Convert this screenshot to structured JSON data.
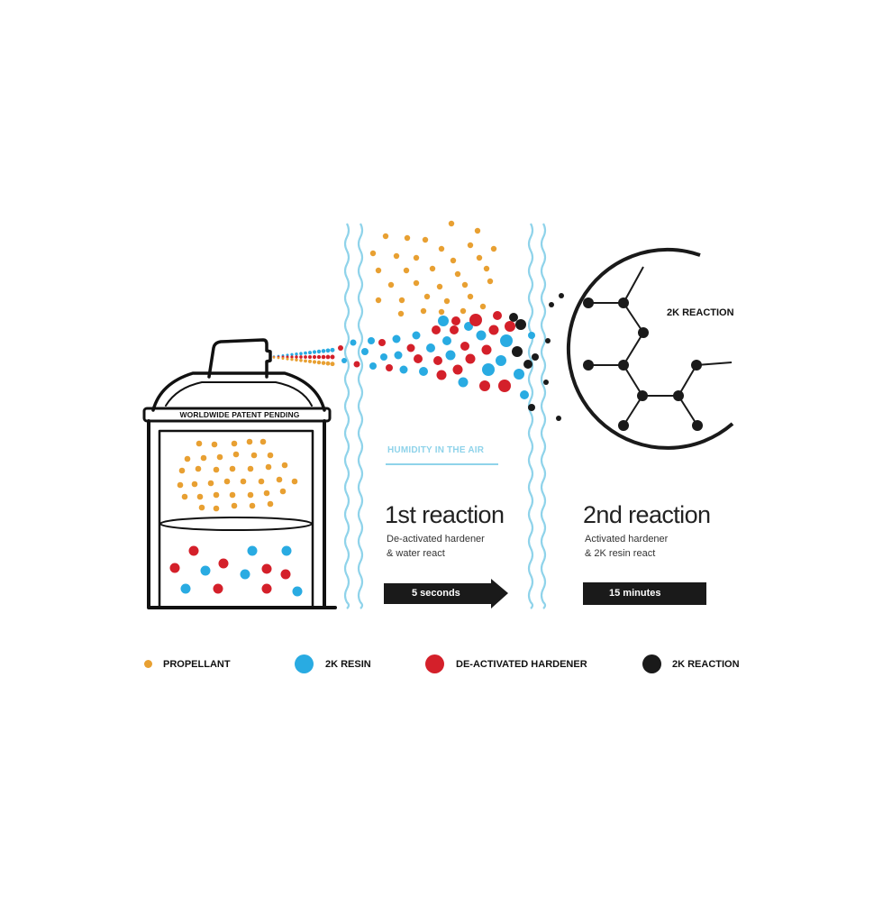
{
  "can": {
    "banner": "WORLDWIDE PATENT PENDING"
  },
  "humidity_label": "HUMIDITY IN THE AIR",
  "reaction1": {
    "title": "1st reaction",
    "line1": "De-activated hardener",
    "line2": "& water react",
    "time": "5 seconds"
  },
  "reaction2": {
    "title": "2nd reaction",
    "line1": "Activated hardener",
    "line2": "& 2K resin react",
    "time": "15 minutes"
  },
  "molecule_label": "2K REACTION",
  "legend": [
    {
      "label": "PROPELLANT",
      "color": "#e8a032"
    },
    {
      "label": "2K RESIN",
      "color": "#29abe2"
    },
    {
      "label": "DE-ACTIVATED HARDENER",
      "color": "#d4202a"
    },
    {
      "label": "2K REACTION",
      "color": "#1a1a1a"
    }
  ],
  "colors": {
    "propellant": "#e8a032",
    "resin": "#29abe2",
    "hardener": "#d4202a",
    "reaction": "#1a1a1a",
    "humidity": "#8fd3ea"
  }
}
